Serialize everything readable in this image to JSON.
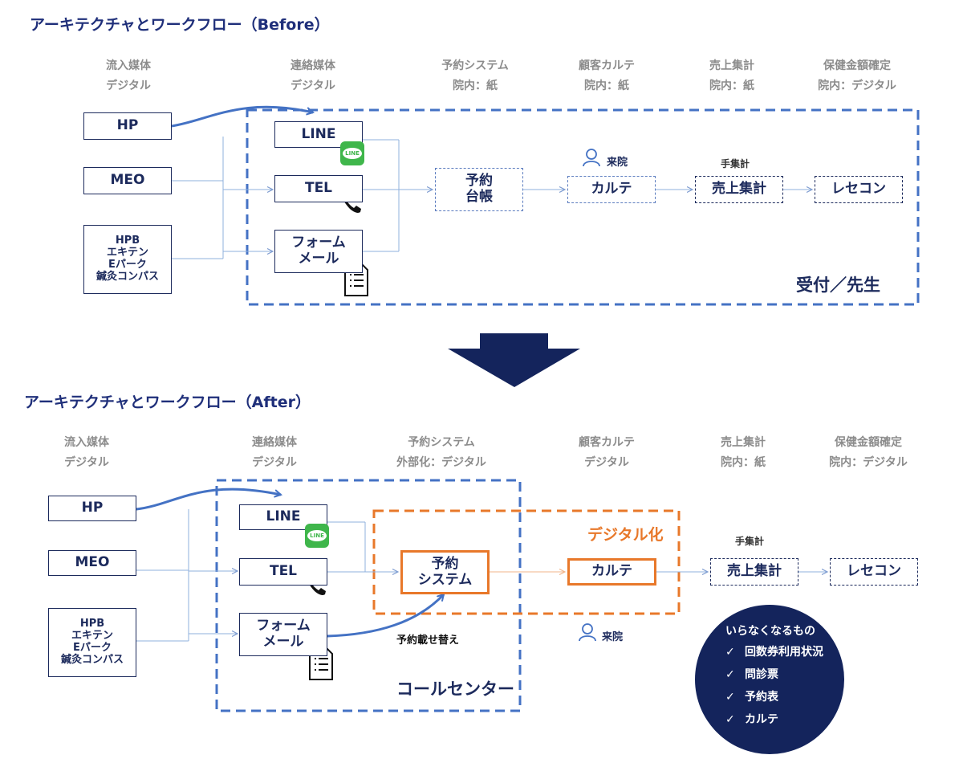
{
  "before": {
    "title": "アーキテクチャとワークフロー（Before）",
    "headers": [
      {
        "l1": "流入媒体",
        "l2": "デジタル"
      },
      {
        "l1": "連絡媒体",
        "l2": "デジタル"
      },
      {
        "l1": "予約システム",
        "l2": "院内：紙"
      },
      {
        "l1": "顧客カルテ",
        "l2": "院内：紙"
      },
      {
        "l1": "売上集計",
        "l2": "院内：紙"
      },
      {
        "l1": "保健金額確定",
        "l2": "院内：デジタル"
      }
    ],
    "sources": {
      "hp": "HP",
      "meo": "MEO",
      "portals": "HPB\nエキテン\nEパーク\n鍼灸コンパス"
    },
    "contacts": {
      "line": "LINE",
      "tel": "TEL",
      "form": "フォーム\nメール"
    },
    "reservation": "予約\n台帳",
    "visit": "来院",
    "karte": "カルテ",
    "manual_note": "手集計",
    "sales": "売上集計",
    "rececon": "レセコン",
    "zone_label": "受付／先生"
  },
  "after": {
    "title": "アーキテクチャとワークフロー（After）",
    "headers": [
      {
        "l1": "流入媒体",
        "l2": "デジタル"
      },
      {
        "l1": "連絡媒体",
        "l2": "デジタル"
      },
      {
        "l1": "予約システム",
        "l2": "外部化：デジタル"
      },
      {
        "l1": "顧客カルテ",
        "l2": "デジタル"
      },
      {
        "l1": "売上集計",
        "l2": "院内：紙"
      },
      {
        "l1": "保健金額確定",
        "l2": "院内：デジタル"
      }
    ],
    "sources": {
      "hp": "HP",
      "meo": "MEO",
      "portals": "HPB\nエキテン\nEパーク\n鍼灸コンパス"
    },
    "contacts": {
      "line": "LINE",
      "tel": "TEL",
      "form": "フォーム\nメール"
    },
    "reservation": "予約\nシステム",
    "transfer_note": "予約載せ替え",
    "digital_label": "デジタル化",
    "visit": "来院",
    "karte": "カルテ",
    "manual_note": "手集計",
    "sales": "売上集計",
    "rececon": "レセコン",
    "zone_label": "コールセンター",
    "removed": {
      "title": "いらなくなるもの",
      "items": [
        "回数券利用状況",
        "問診票",
        "予約表",
        "カルテ"
      ]
    }
  },
  "icons": {
    "line_badge": "LINE",
    "check": "✓"
  },
  "colors": {
    "navy": "#1c2a5c",
    "dash_blue": "#4472c4",
    "orange": "#e8782a",
    "line_green": "#3fb64b",
    "header_gray": "#8c8c8c"
  }
}
